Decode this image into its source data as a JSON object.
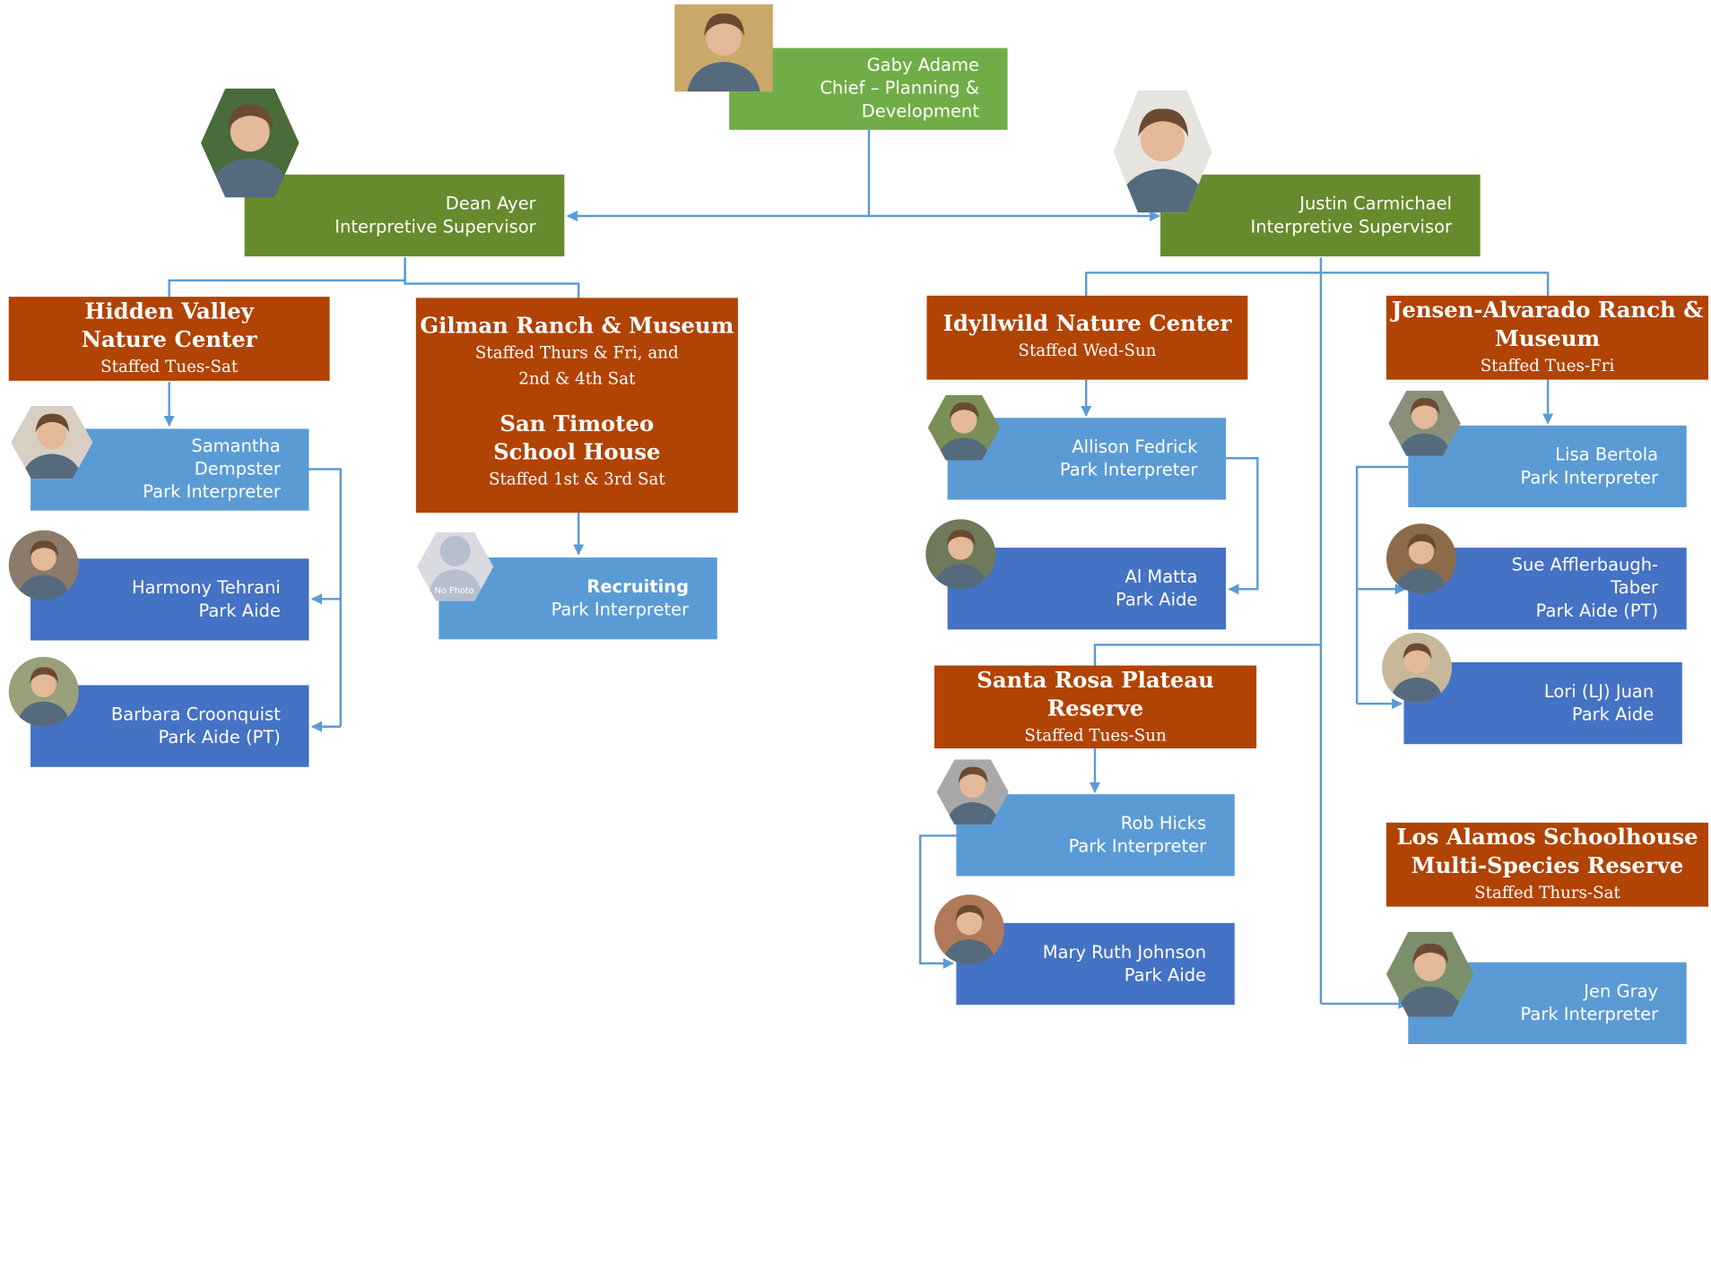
{
  "chief": {
    "name": "Gaby Adame",
    "title_line1": "Chief – Planning &",
    "title_line2": "Development"
  },
  "supervisors": {
    "dean": {
      "name": "Dean Ayer",
      "title": "Interpretive Supervisor"
    },
    "justin": {
      "name": "Justin Carmichael",
      "title": "Interpretive Supervisor"
    }
  },
  "sites": {
    "hidden_valley": {
      "name_line1": "Hidden Valley",
      "name_line2": "Nature Center",
      "hours": "Staffed Tues-Sat"
    },
    "gilman": {
      "name": "Gilman Ranch & Museum",
      "hours_line1": "Staffed Thurs & Fri, and",
      "hours_line2": "2nd & 4th Sat",
      "sub_name_line1": "San Timoteo",
      "sub_name_line2": "School House",
      "sub_hours": "Staffed 1st & 3rd Sat"
    },
    "idyllwild": {
      "name": "Idyllwild Nature Center",
      "hours": "Staffed Wed-Sun"
    },
    "jensen": {
      "name_line1": "Jensen-Alvarado Ranch &",
      "name_line2": "Museum",
      "hours": "Staffed Tues-Fri"
    },
    "santa_rosa": {
      "name_line1": "Santa Rosa Plateau",
      "name_line2": "Reserve",
      "hours": "Staffed Tues-Sun"
    },
    "los_alamos": {
      "name_line1": "Los Alamos Schoolhouse",
      "name_line2": "Multi-Species Reserve",
      "hours": "Staffed Thurs-Sat"
    }
  },
  "staff": {
    "samantha": {
      "name_line1": "Samantha",
      "name_line2": "Dempster",
      "title": "Park Interpreter"
    },
    "harmony": {
      "name": "Harmony Tehrani",
      "title": "Park Aide"
    },
    "barbara": {
      "name": "Barbara Croonquist",
      "title": "Park Aide (PT)"
    },
    "recruiting": {
      "name": "Recruiting",
      "title": "Park Interpreter",
      "photo_label": "No Photo"
    },
    "allison": {
      "name": "Allison Fedrick",
      "title": "Park Interpreter"
    },
    "al": {
      "name": "Al Matta",
      "title": "Park Aide"
    },
    "rob": {
      "name": "Rob Hicks",
      "title": "Park Interpreter"
    },
    "mary": {
      "name": "Mary Ruth Johnson",
      "title": "Park Aide"
    },
    "lisa": {
      "name": "Lisa Bertola",
      "title": "Park Interpreter"
    },
    "sue": {
      "name_line1": "Sue Afflerbaugh-",
      "name_line2": "Taber",
      "title": "Park Aide (PT)"
    },
    "lori": {
      "name": "Lori (LJ) Juan",
      "title": "Park Aide"
    },
    "jen": {
      "name": "Jen Gray",
      "title": "Park Interpreter"
    }
  },
  "colors": {
    "line": "#5b9bd5",
    "site": "#b14304",
    "supervisor": "#668a2c",
    "chief": "#70ad47",
    "interpreter": "#5b9bd5",
    "aide": "#4472c4"
  }
}
